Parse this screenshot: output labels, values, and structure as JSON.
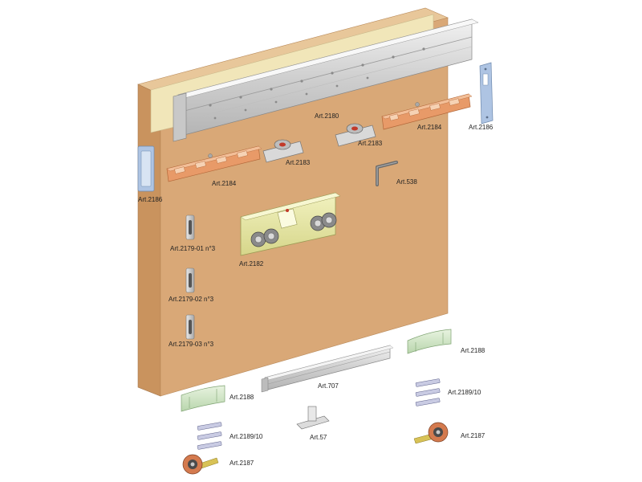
{
  "labels": {
    "art2180": "Art.2180",
    "art2186_right": "Art.2186",
    "art2183_right": "Art.2183",
    "art2184_right": "Art.2184",
    "art2183_left": "Art.2183",
    "art2186_left": "Art.2186",
    "art2184_left": "Art.2184",
    "art538": "Art.538",
    "art2179_01": "Art.2179-01 n°3",
    "art2182": "Art.2182",
    "art2179_02": "Art.2179-02 n°3",
    "art2179_03": "Art.2179-03 n°3",
    "art2188_right": "Art.2188",
    "art707": "Art.707",
    "art2189_right": "Art.2189/10",
    "art2188_left": "Art.2188",
    "art2189_left": "Art.2189/10",
    "art57": "Art.57",
    "art2187_right": "Art.2187",
    "art2187_left": "Art.2187"
  },
  "colors": {
    "door_face": "#d9a877",
    "door_side": "#c08a56",
    "door_top": "#e8c79a",
    "track_aluminium": "#d5d5d5",
    "carriage_orange": "#e89a68",
    "carriage_yellow": "#e6e6a0",
    "guide_green": "#cfe3c4",
    "bracket_blue": "#aec4e3"
  }
}
